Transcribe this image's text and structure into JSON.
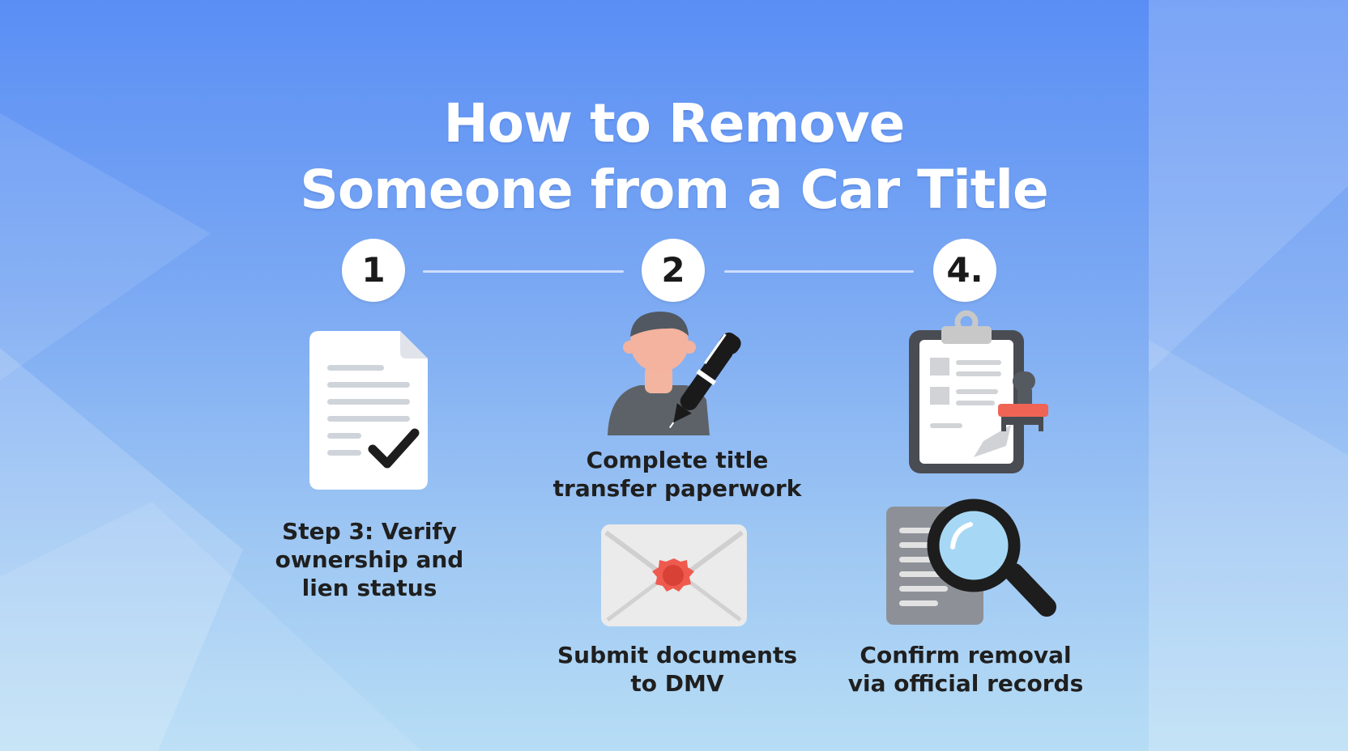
{
  "title": {
    "line1": "How to Remove",
    "line2": "Someone from a Car Title"
  },
  "steps": [
    {
      "badge": "1",
      "caption": [
        "Step 3: Verify",
        "ownership and",
        "lien status"
      ],
      "icon": "document-check-icon"
    },
    {
      "badge": "2",
      "caption": [
        "Complete title",
        "transfer paperwork"
      ],
      "icon": "person-signing-icon"
    },
    {
      "badge": "4.",
      "caption": [
        "Confirm removal",
        "via official records"
      ],
      "icon": "clipboard-stamp-icon"
    },
    {
      "badge": "",
      "caption": [
        "Submit documents",
        "to DMV"
      ],
      "icon": "envelope-seal-icon"
    }
  ],
  "extra_icons": [
    "magnifying-glass-document-icon"
  ],
  "colors": {
    "background_top": "#5a8ef5",
    "background_bottom": "#b7ddf5",
    "badge_background": "#ffffff",
    "text_dark": "#1f1f1f",
    "accent_red": "#ef5a4f"
  }
}
